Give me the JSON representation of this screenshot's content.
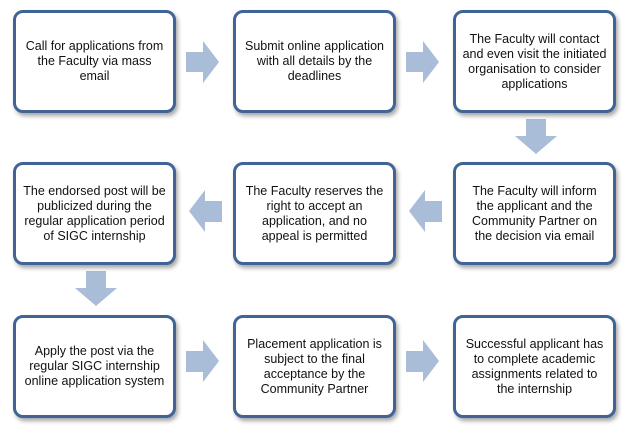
{
  "colors": {
    "box_border": "#3f6495",
    "arrow_fill": "#a9bcd8",
    "text": "#111111"
  },
  "steps": [
    {
      "text": "Call for applications from the Faculty via mass email"
    },
    {
      "text": "Submit online application with all details by the deadlines"
    },
    {
      "text": "The Faculty will contact and even visit the initiated organisation to consider applications"
    },
    {
      "text": "The Faculty will inform the applicant and the Community Partner on the decision via email"
    },
    {
      "text": "The Faculty reserves the right to accept an application, and no appeal is permitted"
    },
    {
      "text": "The endorsed post will be publicized during the regular application period of SIGC internship"
    },
    {
      "text": "Apply the post via the regular SIGC internship online application system"
    },
    {
      "text": "Placement application is subject to the final acceptance by the Community Partner"
    },
    {
      "text": "Successful applicant has to complete academic assignments related to the internship"
    }
  ]
}
